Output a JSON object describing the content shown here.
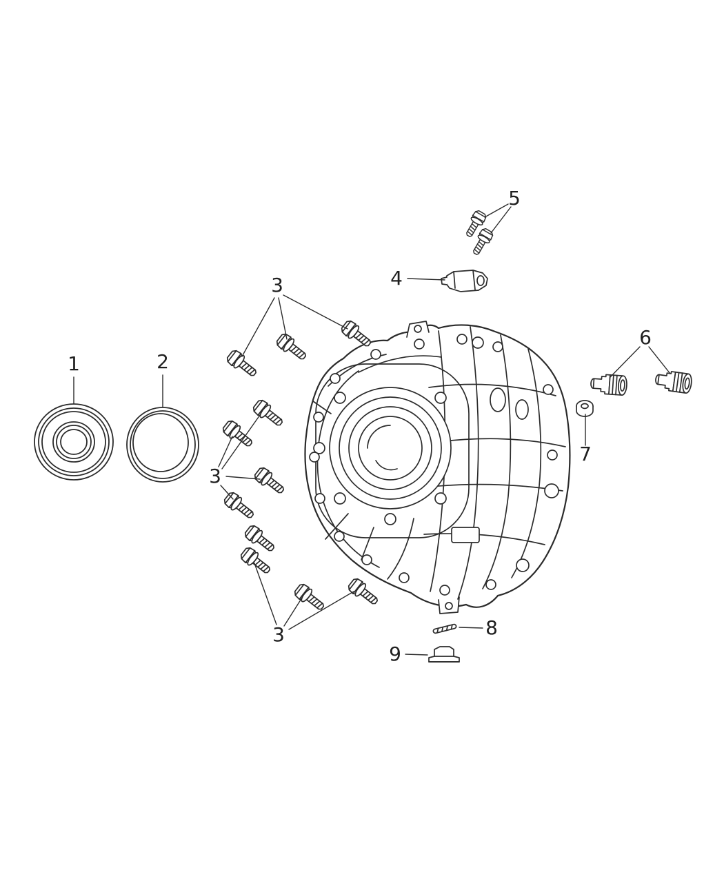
{
  "diagram": {
    "type": "exploded-parts-diagram",
    "background": "#ffffff",
    "ink": "#2b2b2b",
    "callouts": [
      {
        "label": "1"
      },
      {
        "label": "2"
      },
      {
        "label": "3"
      },
      {
        "label": "3"
      },
      {
        "label": "3"
      },
      {
        "label": "4"
      },
      {
        "label": "5"
      },
      {
        "label": "6"
      },
      {
        "label": "7"
      },
      {
        "label": "8"
      },
      {
        "label": "9"
      }
    ]
  }
}
